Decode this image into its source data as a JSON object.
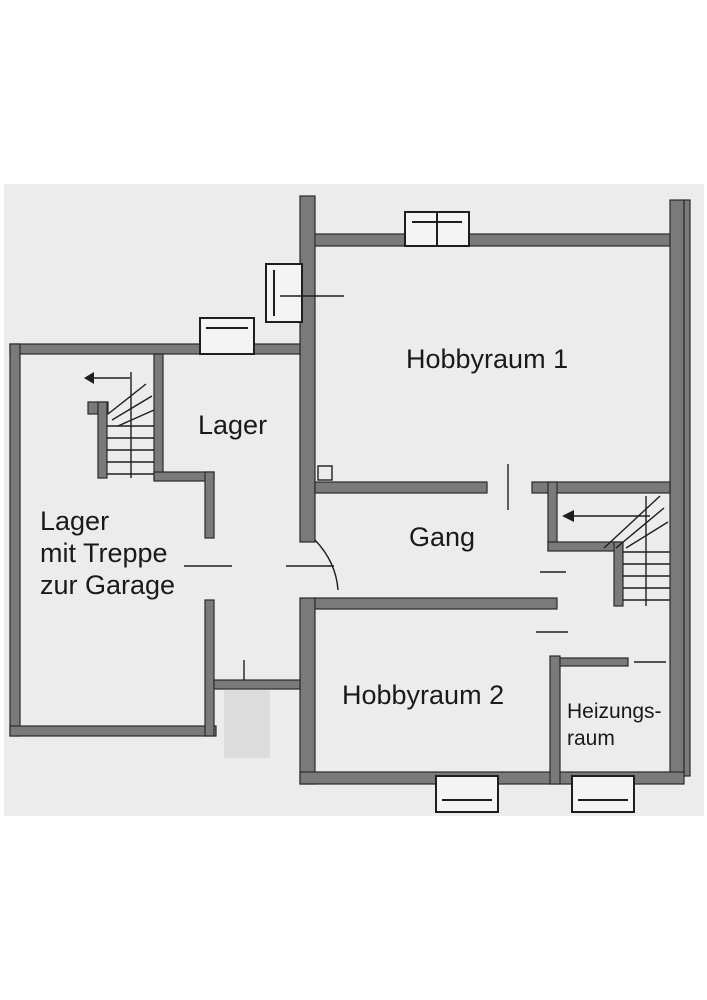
{
  "rooms": {
    "hobbyraum_1": "Hobbyraum 1",
    "lager": "Lager",
    "gang": "Gang",
    "lager_garage": [
      "Lager",
      "mit Treppe",
      "zur Garage"
    ],
    "hobbyraum_2": "Hobbyraum 2",
    "heizungsraum": [
      "Heizungs-",
      "raum"
    ]
  },
  "colors": {
    "paper": "#ececec",
    "wall": "#7a7a7a",
    "wall_edge": "#2a2a2a",
    "line": "#1e1e1e",
    "text": "#1a1a1a"
  }
}
